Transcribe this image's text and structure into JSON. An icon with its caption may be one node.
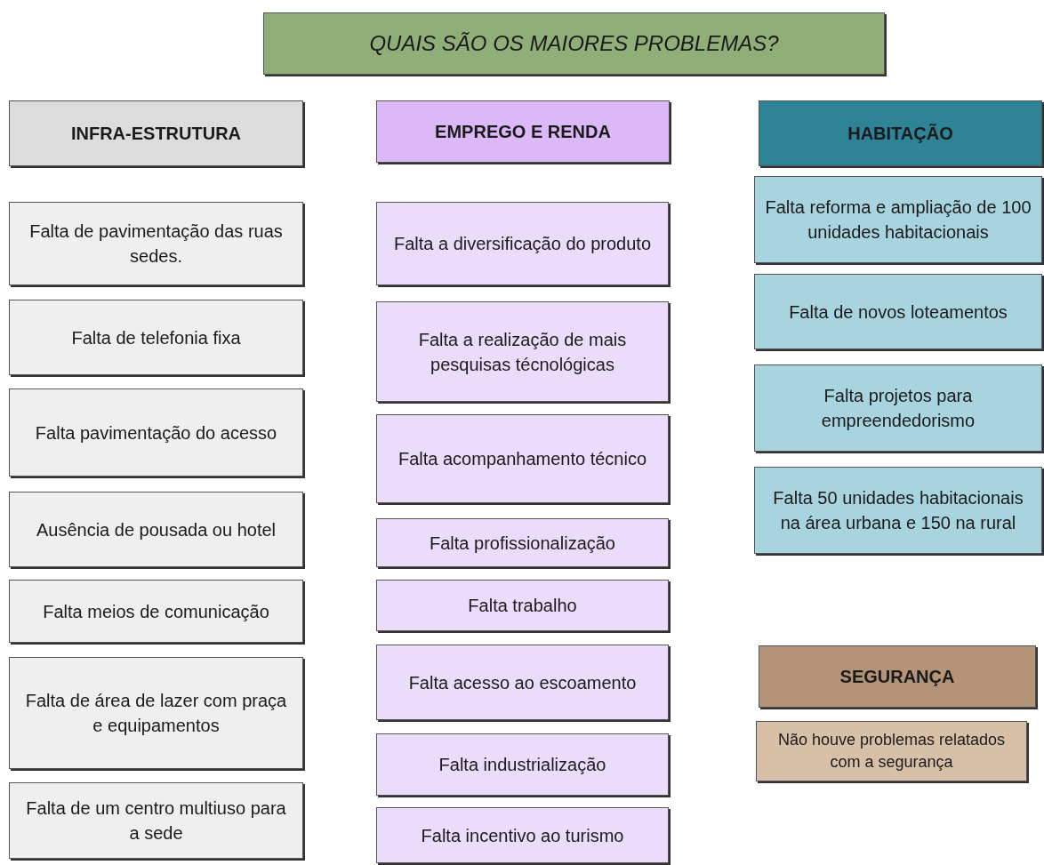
{
  "diagram": {
    "nodes": [
      {
        "text": [
          "QUAIS SÃO OS MAIORES PROBLEMAS?"
        ]
      },
      {
        "text": [
          "INFRA-ESTRUTURA"
        ]
      },
      {
        "text": [
          "Falta de pavimentação das ruas sedes."
        ]
      },
      {
        "text": [
          "Falta de telefonia fixa"
        ]
      },
      {
        "text": [
          "Falta pavimentação do acesso"
        ]
      },
      {
        "text": [
          "Ausência de pousada ou hotel"
        ]
      },
      {
        "text": [
          "Falta meios de comunicação"
        ]
      },
      {
        "text": [
          "Falta de área de lazer com praça e equipamentos"
        ]
      },
      {
        "text": [
          "Falta de um centro multiuso para a sede"
        ]
      },
      {
        "text": [
          "EMPREGO E RENDA"
        ]
      },
      {
        "text": [
          "Falta a diversificação do produto"
        ]
      },
      {
        "text": [
          "Falta a realização de mais pesquisas técnológicas"
        ]
      },
      {
        "text": [
          "Falta acompanhamento técnico"
        ]
      },
      {
        "text": [
          "Falta profissionalização"
        ]
      },
      {
        "text": [
          "Falta trabalho"
        ]
      },
      {
        "text": [
          "Falta acesso ao escoamento"
        ]
      },
      {
        "text": [
          "Falta industrialização"
        ]
      },
      {
        "text": [
          "Falta incentivo ao turismo"
        ]
      },
      {
        "text": [
          "HABITAÇÃO"
        ]
      },
      {
        "text": [
          "Falta reforma e ampliação de 100 unidades habitacionais"
        ]
      },
      {
        "text": [
          "Falta de novos loteamentos"
        ]
      },
      {
        "text": [
          "Falta projetos para empreendedorismo"
        ]
      },
      {
        "text": [
          "Falta 50 unidades habitacionais na área urbana e 150 na rural"
        ]
      },
      {
        "text": [
          "SEGURANÇA"
        ]
      },
      {
        "text": [
          "Não houve problemas relatados com a segurança"
        ]
      }
    ]
  }
}
